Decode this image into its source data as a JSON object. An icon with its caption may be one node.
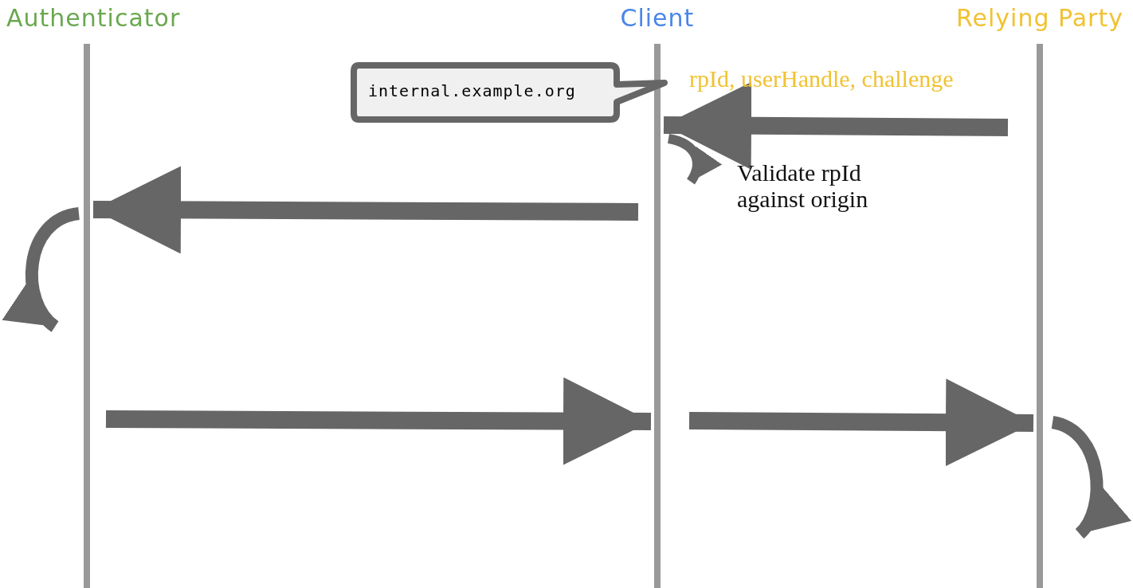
{
  "diagram": {
    "nodes": [
      {
        "text": [
          "Authenticator"
        ]
      },
      {
        "text": [
          "Client"
        ]
      },
      {
        "text": [
          "Relying Party"
        ]
      },
      {
        "text": [
          "internal.example.org"
        ]
      }
    ],
    "edges": [
      {
        "from": 2,
        "to": 1,
        "arrow": "to",
        "label": "rpId, userHandle, challenge"
      },
      {
        "from": 1,
        "to": 1,
        "arrow": "to",
        "label": "Validate rpId against origin"
      },
      {
        "from": 1,
        "to": 0,
        "arrow": "to"
      },
      {
        "from": 0,
        "to": 0,
        "arrow": "to"
      },
      {
        "from": 0,
        "to": 1,
        "arrow": "to"
      },
      {
        "from": 1,
        "to": 2,
        "arrow": "to"
      },
      {
        "from": 2,
        "to": 2,
        "arrow": "to"
      }
    ]
  }
}
